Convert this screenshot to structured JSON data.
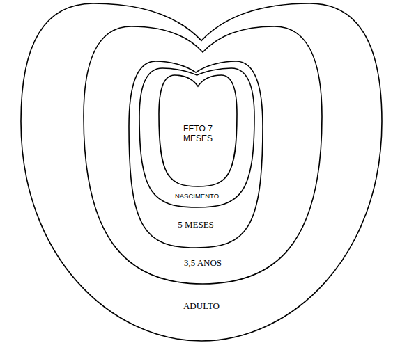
{
  "diagram": {
    "nodes": [
      {
        "text": [
          "ADULTO"
        ]
      },
      {
        "text": [
          "3,5 ANOS"
        ],
        "in": 0
      },
      {
        "text": [
          "5 MESES"
        ],
        "in": 1
      },
      {
        "text": [
          "NASCIMENTO"
        ],
        "in": 2
      },
      {
        "text": [
          "FETO 7 MESES"
        ],
        "in": 3
      }
    ]
  }
}
